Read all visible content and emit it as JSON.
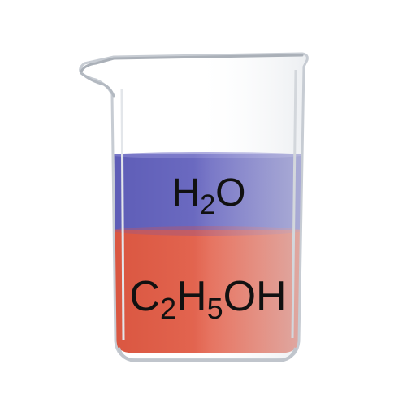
{
  "beaker": {
    "layers": [
      {
        "id": "top",
        "formula_parts": [
          {
            "text": "H",
            "sub": false
          },
          {
            "text": "2",
            "sub": true
          },
          {
            "text": "O",
            "sub": false
          }
        ],
        "color": "#6d6cc2"
      },
      {
        "id": "bottom",
        "formula_parts": [
          {
            "text": "C",
            "sub": false
          },
          {
            "text": "2",
            "sub": true
          },
          {
            "text": "H",
            "sub": false
          },
          {
            "text": "5",
            "sub": true
          },
          {
            "text": "OH",
            "sub": false
          }
        ],
        "color": "#e0634f"
      }
    ],
    "glass_color": "#c7ccd3"
  }
}
